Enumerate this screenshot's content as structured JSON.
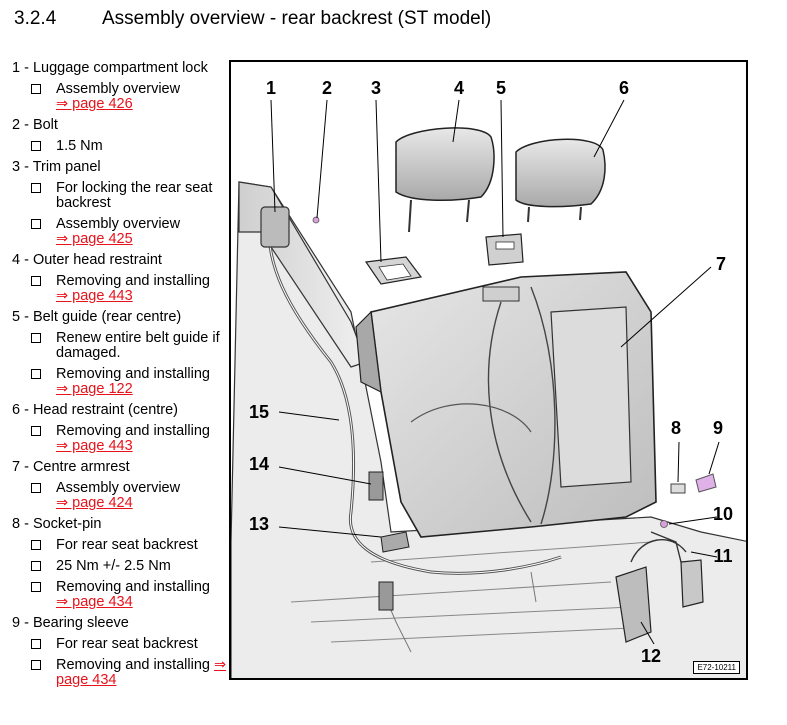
{
  "heading": {
    "number": "3.2.4",
    "title": "Assembly overview - rear backrest (ST model)"
  },
  "items": [
    {
      "title": "1 - Luggage compartment lock",
      "subs": [
        {
          "text": "Assembly overview",
          "link": "⇒ page 426"
        }
      ]
    },
    {
      "title": "2 - Bolt",
      "subs": [
        {
          "text": "1.5 Nm",
          "link": ""
        }
      ]
    },
    {
      "title": "3 - Trim panel",
      "subs": [
        {
          "text": "For locking the rear seat backrest",
          "link": ""
        },
        {
          "text": "Assembly overview",
          "link": "⇒ page 425"
        }
      ]
    },
    {
      "title": "4 - Outer head restraint",
      "subs": [
        {
          "text": "Removing and installing",
          "link": "⇒ page 443"
        }
      ]
    },
    {
      "title": "5 - Belt guide (rear centre)",
      "subs": [
        {
          "text": "Renew entire belt guide if damaged.",
          "link": ""
        },
        {
          "text": "Removing and installing",
          "link": "⇒ page 122"
        }
      ]
    },
    {
      "title": "6 - Head restraint (centre)",
      "subs": [
        {
          "text": "Removing and installing",
          "link": "⇒ page 443"
        }
      ]
    },
    {
      "title": "7 - Centre armrest",
      "subs": [
        {
          "text": "Assembly overview",
          "link": "⇒ page 424"
        }
      ]
    },
    {
      "title": "8 - Socket-pin",
      "subs": [
        {
          "text": "For rear seat backrest",
          "link": ""
        },
        {
          "text": "25 Nm +/- 2.5 Nm",
          "link": ""
        },
        {
          "text": "Removing and installing",
          "link": "⇒ page 434"
        }
      ]
    },
    {
      "title": "9 - Bearing sleeve",
      "subs": [
        {
          "text": "For rear seat backrest",
          "link": ""
        },
        {
          "text": "Removing and installing",
          "link": "⇒ page 434",
          "inline": true
        }
      ]
    }
  ],
  "figure": {
    "code": "E72-10211",
    "callouts": [
      "1",
      "2",
      "3",
      "4",
      "5",
      "6",
      "7",
      "8",
      "9",
      "10",
      "11",
      "12",
      "13",
      "14",
      "15"
    ]
  }
}
